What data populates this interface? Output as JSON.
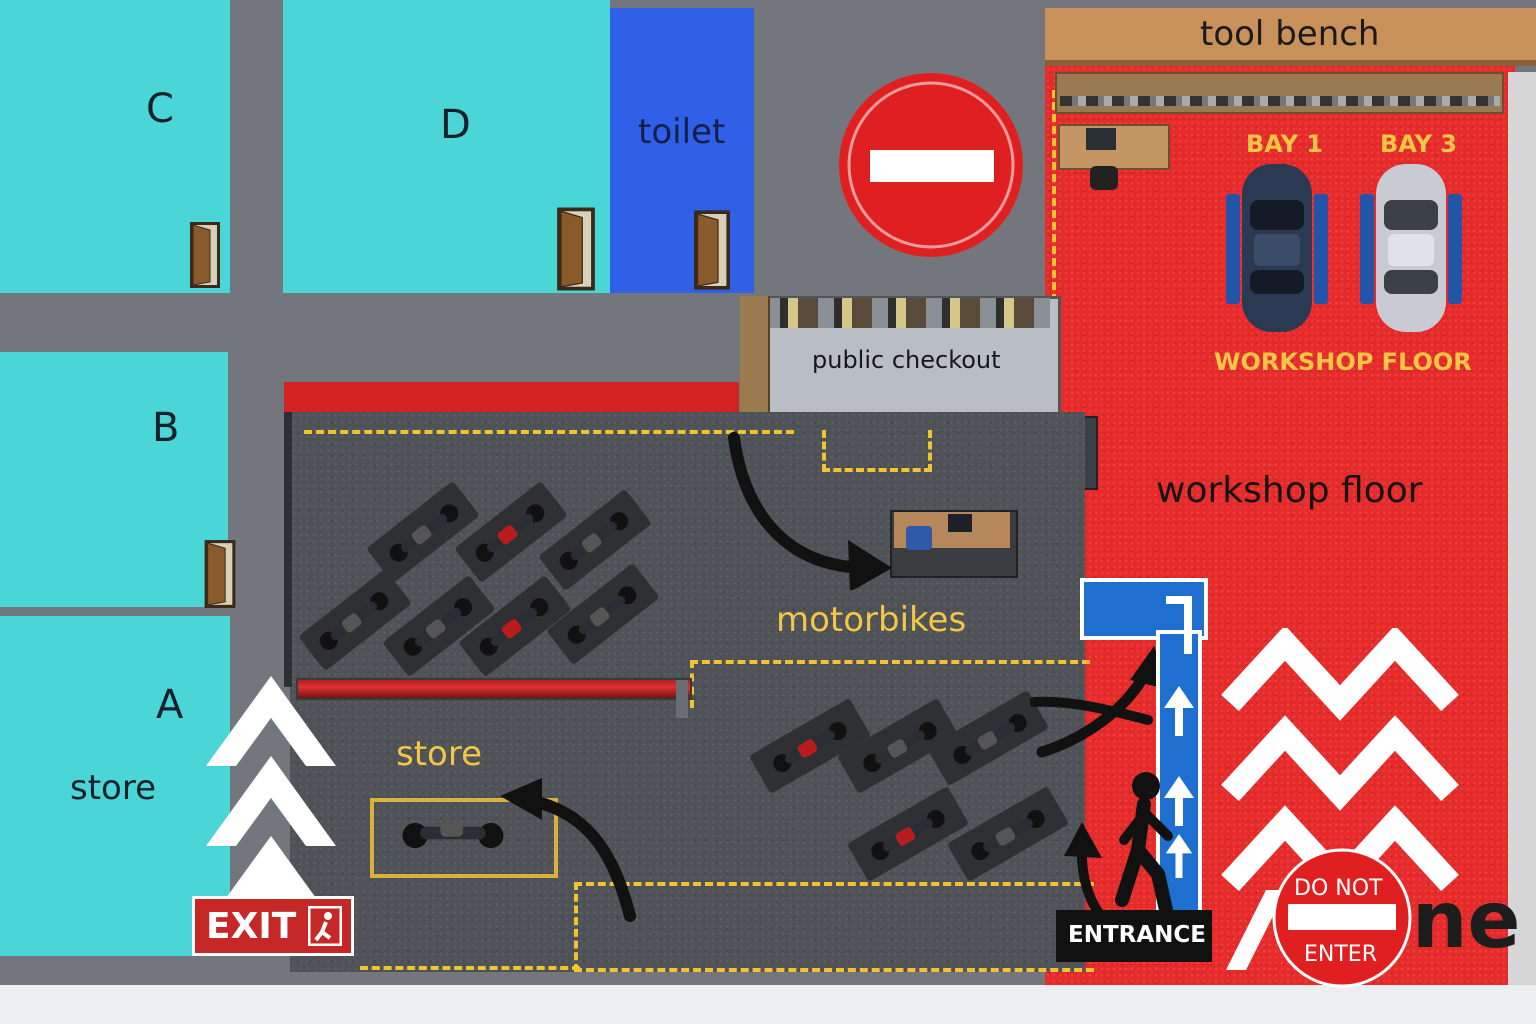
{
  "map": {
    "rooms": {
      "c": "C",
      "d": "D",
      "b": "B",
      "a": "A",
      "a_sub": "store",
      "toilet": "toilet"
    },
    "areas": {
      "tool_bench": "tool bench",
      "bay1": "BAY 1",
      "bay3": "BAY 3",
      "workshop_floor_caps": "WORKSHOP FLOOR",
      "workshop_floor": "workshop floor",
      "public_checkout": "public checkout",
      "motorbikes": "motorbikes",
      "store": "store"
    },
    "signs": {
      "exit": "EXIT",
      "entrance": "ENTRANCE",
      "do_not_line1": "DO NOT",
      "do_not_line2": "ENTER",
      "partial_text": "ne"
    },
    "icons": [
      "no-entry-icon",
      "door-icon",
      "car-icon",
      "motorbike-icon",
      "person-walking-icon",
      "chevron-up-icon",
      "arrow-up-icon",
      "curved-arrow-icon",
      "desk-icon"
    ],
    "colors": {
      "teal_room": "#4ad6d6",
      "toilet_blue": "#3160e8",
      "workshop_red": "#e62b2b",
      "corridor_grey": "#73767c",
      "bench_wood": "#c8915a",
      "lane_gold": "#f1c232",
      "sign_blue": "#1e6fd0"
    }
  }
}
